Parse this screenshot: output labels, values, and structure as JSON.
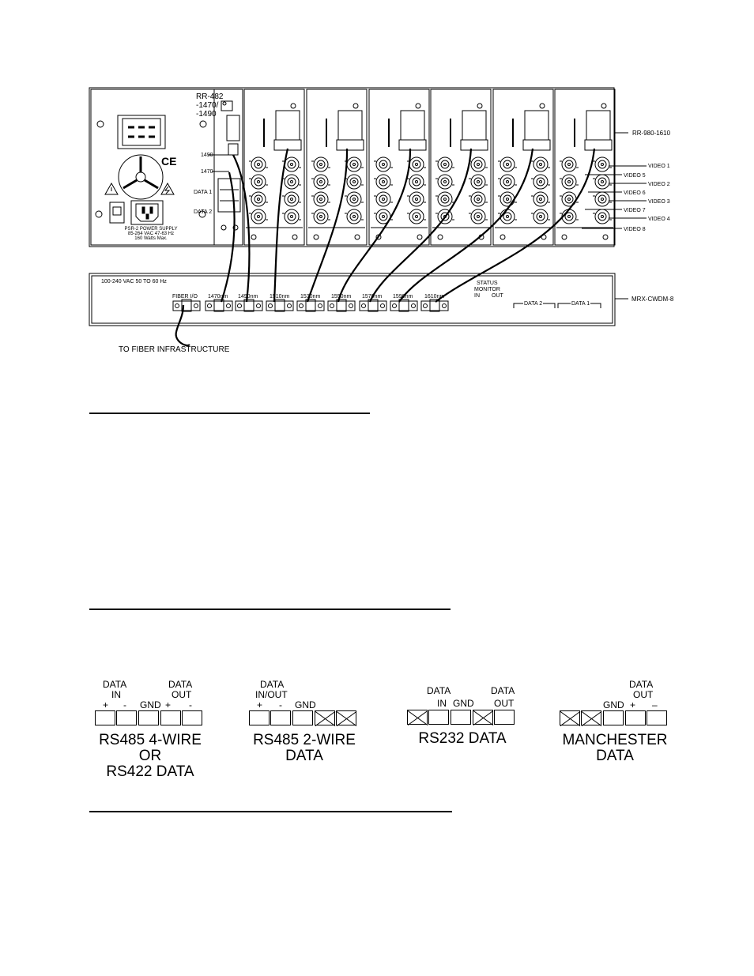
{
  "diagram": {
    "power_supply": {
      "label": "PSR-2 POWER SUPPLY",
      "rating": "85-264 VAC 47-63 Hz",
      "watts": "160 Watts Max.",
      "ce_mark": "CE",
      "icons": [
        "caution-triangle-icon",
        "shock-hazard-icon",
        "fan-icon",
        "power-switch-icon",
        "iec-inlet-icon"
      ]
    },
    "rr482": {
      "label_line1": "RR-482",
      "label_line2": "-1470/",
      "label_line3": "-1490",
      "port_1490": "1490",
      "port_1470": "1470",
      "data1": "DATA 1",
      "data2": "DATA 2"
    },
    "rr980_label": "RR-980-1610",
    "video_labels": [
      "VIDEO 1",
      "VIDEO 5",
      "VIDEO 2",
      "VIDEO 6",
      "VIDEO 3",
      "VIDEO 7",
      "VIDEO 4",
      "VIDEO 8"
    ],
    "mux": {
      "supply_label": "100-240 VAC  50 TO 60 Hz",
      "fiber_io": "FIBER I/O",
      "wavelengths": [
        "1470nm",
        "1490nm",
        "1510nm",
        "1530nm",
        "1550nm",
        "1570nm",
        "1590nm",
        "1610nm"
      ],
      "status_monitor_line1": "STATUS",
      "status_monitor_line2": "MONITOR",
      "status_in": "IN",
      "status_out": "OUT",
      "data2": "DATA 2",
      "data1": "DATA 1",
      "model": "MRX-CWDM-8"
    },
    "fiber_infra": "TO FIBER INFRASTRUCTURE"
  },
  "connectors": {
    "rs485_4wire": {
      "data_in_line1": "DATA",
      "data_in_line2": "IN",
      "plus_in": "+",
      "minus_in": "-",
      "gnd": "GND",
      "data_out_line1": "DATA",
      "data_out_line2": "OUT",
      "plus_out": "+",
      "minus_out": "-",
      "caption_line1": "RS485 4-WIRE",
      "caption_line2": "OR",
      "caption_line3": "RS422 DATA"
    },
    "rs485_2wire": {
      "data_line1": "DATA",
      "data_line2": "IN/OUT",
      "plus": "+",
      "minus": "-",
      "gnd": "GND",
      "caption_line1": "RS485 2-WIRE",
      "caption_line2": "DATA"
    },
    "rs232": {
      "data_in_line1": "DATA",
      "data_in_line2": "IN",
      "gnd": "GND",
      "data_out_line1": "DATA",
      "data_out_line2": "OUT",
      "caption_line1": "RS232 DATA"
    },
    "manchester": {
      "gnd": "GND",
      "data_out_line1": "DATA",
      "data_out_line2": "OUT",
      "plus": "+",
      "minus": "–",
      "caption_line1": "MANCHESTER",
      "caption_line2": "DATA"
    }
  }
}
